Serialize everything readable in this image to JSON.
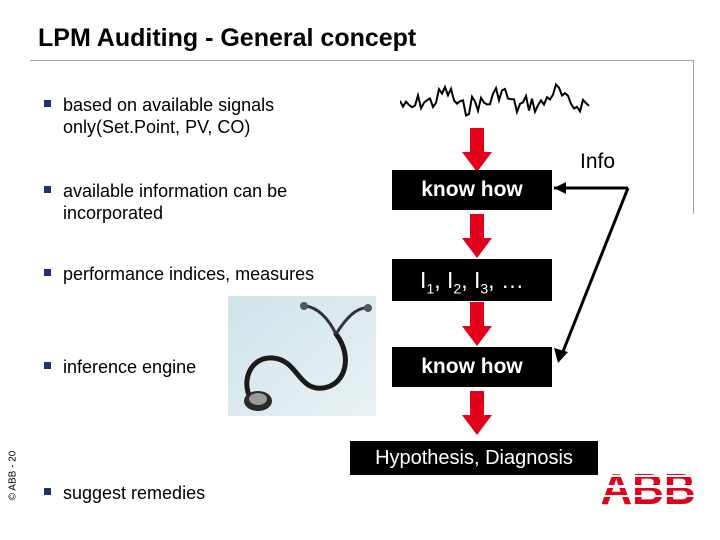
{
  "slide": {
    "title": "LPM Auditing - General concept",
    "copyright": "© ABB - 20"
  },
  "bullets": [
    {
      "text": "based on available signals only(Set.Point, PV, CO)"
    },
    {
      "text": "available information can be incorporated"
    },
    {
      "text": "performance indices, measures"
    },
    {
      "text": "inference engine"
    },
    {
      "text": "suggest remedies"
    }
  ],
  "flow": {
    "know_how_1": "know how",
    "indices_prefix": "I",
    "indices_sub": [
      "1",
      "2",
      "3"
    ],
    "indices_sep": ", ",
    "indices_tail": ", …",
    "know_how_2": "know how",
    "hypothesis": "Hypothesis, Diagnosis",
    "info_label": "Info"
  },
  "logo": {
    "text": "ABB",
    "color": "#e2001a"
  },
  "colors": {
    "arrow": "#e2001a",
    "bullet": "#1f2f7a",
    "box": "#000000"
  }
}
